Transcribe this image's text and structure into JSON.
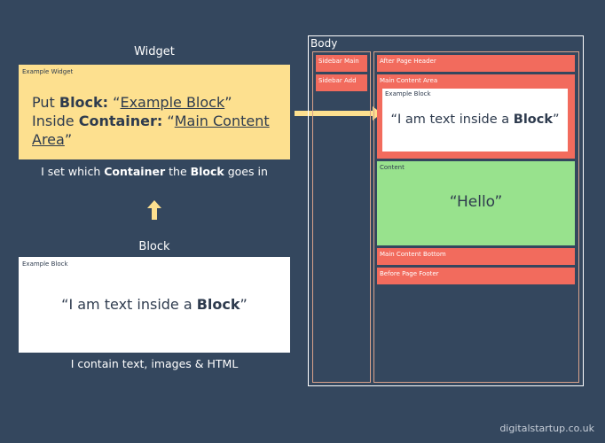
{
  "left": {
    "widget_header": "Widget",
    "widget_small_label": "Example Widget",
    "widget_line1": {
      "prefix": "Put ",
      "bold": "Block:",
      "mid": " “",
      "link": "Example Block",
      "suffix": "”"
    },
    "widget_line2": {
      "prefix": "Inside ",
      "bold": "Container:",
      "mid": " “",
      "link": "Main Content Area",
      "suffix": "”"
    },
    "widget_caption": {
      "prefix": "I set which ",
      "b1": "Container",
      "mid": " the ",
      "b2": "Block",
      "suffix": " goes in"
    },
    "block_header": "Block",
    "block_small_label": "Example Block",
    "block_quote": {
      "prefix": "“I am text inside a ",
      "bold": "Block",
      "suffix": "”"
    },
    "block_caption": "I contain text, images & HTML"
  },
  "body": {
    "title": "Body",
    "sidebar": [
      "Sidebar Main",
      "Sidebar Add"
    ],
    "main": {
      "after_header": "After Page Header",
      "main_content_area": "Main Content Area",
      "inner_block_label": "Example Block",
      "inner_quote": {
        "prefix": "“I am text inside a ",
        "bold": "Block",
        "suffix": "”"
      },
      "content_label": "Content",
      "content_text": "“Hello”",
      "bottom": "Main Content Bottom",
      "before_footer": "Before Page Footer"
    }
  },
  "credit": "digitalstartup.co.uk",
  "colors": {
    "background": "#34475e",
    "widget": "#fde08f",
    "container": "#f26b5d",
    "content": "#98e28d",
    "arrow": "#fde08f"
  }
}
